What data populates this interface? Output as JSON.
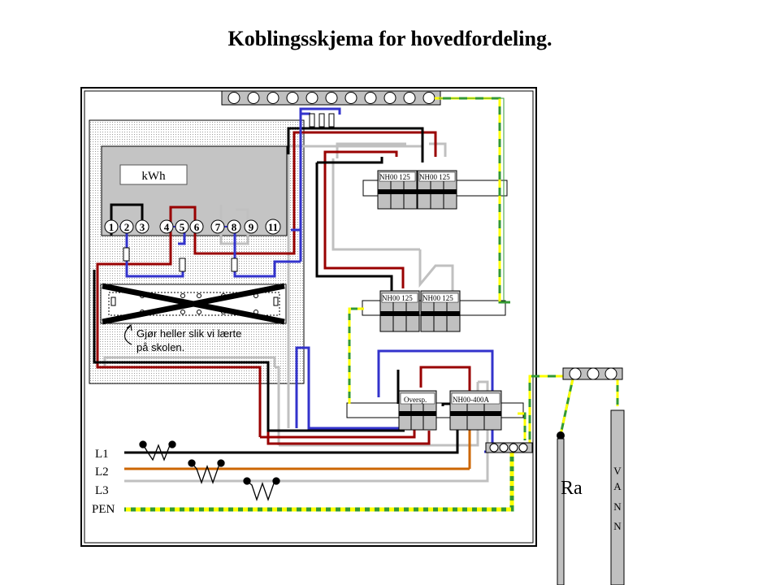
{
  "title": "Koblingsskjema for hovedfordeling.",
  "meter": {
    "label": "kWh",
    "terminals": [
      "1",
      "2",
      "3",
      "4",
      "5",
      "6",
      "7",
      "8",
      "9",
      "11"
    ]
  },
  "note": {
    "line1": "Gjør heller slik vi lærte",
    "line2": "på skolen."
  },
  "fuse_labels": {
    "top_left": "NH00 125",
    "top_right": "NH00 125",
    "mid_left": "NH00 125",
    "mid_right": "NH00 125",
    "surge": "Oversp.",
    "main": "NH00-400A"
  },
  "phases": [
    "L1",
    "L2",
    "L3",
    "PEN"
  ],
  "earth_label": "Ra",
  "water_label": [
    "V",
    "A",
    "N",
    "N"
  ],
  "colors": {
    "black": "#000000",
    "brown": "#990000",
    "grey": "#c0c0c0",
    "blue": "#3333cc",
    "orange": "#cc6600",
    "pe_green": "#339933",
    "pe_yellow": "#ffff00"
  }
}
